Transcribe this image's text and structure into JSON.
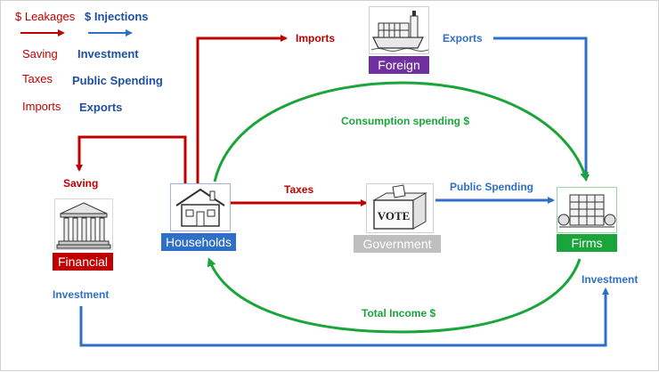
{
  "legend": {
    "leakages_title": "$ Leakages",
    "injections_title": "$ Injections",
    "leakages": [
      "Saving",
      "Taxes",
      "Imports"
    ],
    "injections": [
      "Investment",
      "Public Spending",
      "Exports"
    ]
  },
  "nodes": {
    "households": "Households",
    "foreign": "Foreign",
    "financial": "Financial",
    "government": "Government",
    "firms": "Firms"
  },
  "flows": {
    "imports": "Imports",
    "exports": "Exports",
    "consumption": "Consumption spending $",
    "saving": "Saving",
    "taxes": "Taxes",
    "public_spending": "Public Spending",
    "investment_left": "Investment",
    "investment_right": "Investment",
    "total_income": "Total Income $"
  },
  "picture_text": {
    "vote": "VOTE"
  },
  "colors": {
    "leakage": "#c00000",
    "injection": "#2e6fc7",
    "circular": "#19a53a",
    "households_box": "#2e6fc7",
    "foreign_box": "#7030a0",
    "financial_box": "#c00000",
    "government_box": "#bfbfbf",
    "firms_box": "#19a53a"
  }
}
